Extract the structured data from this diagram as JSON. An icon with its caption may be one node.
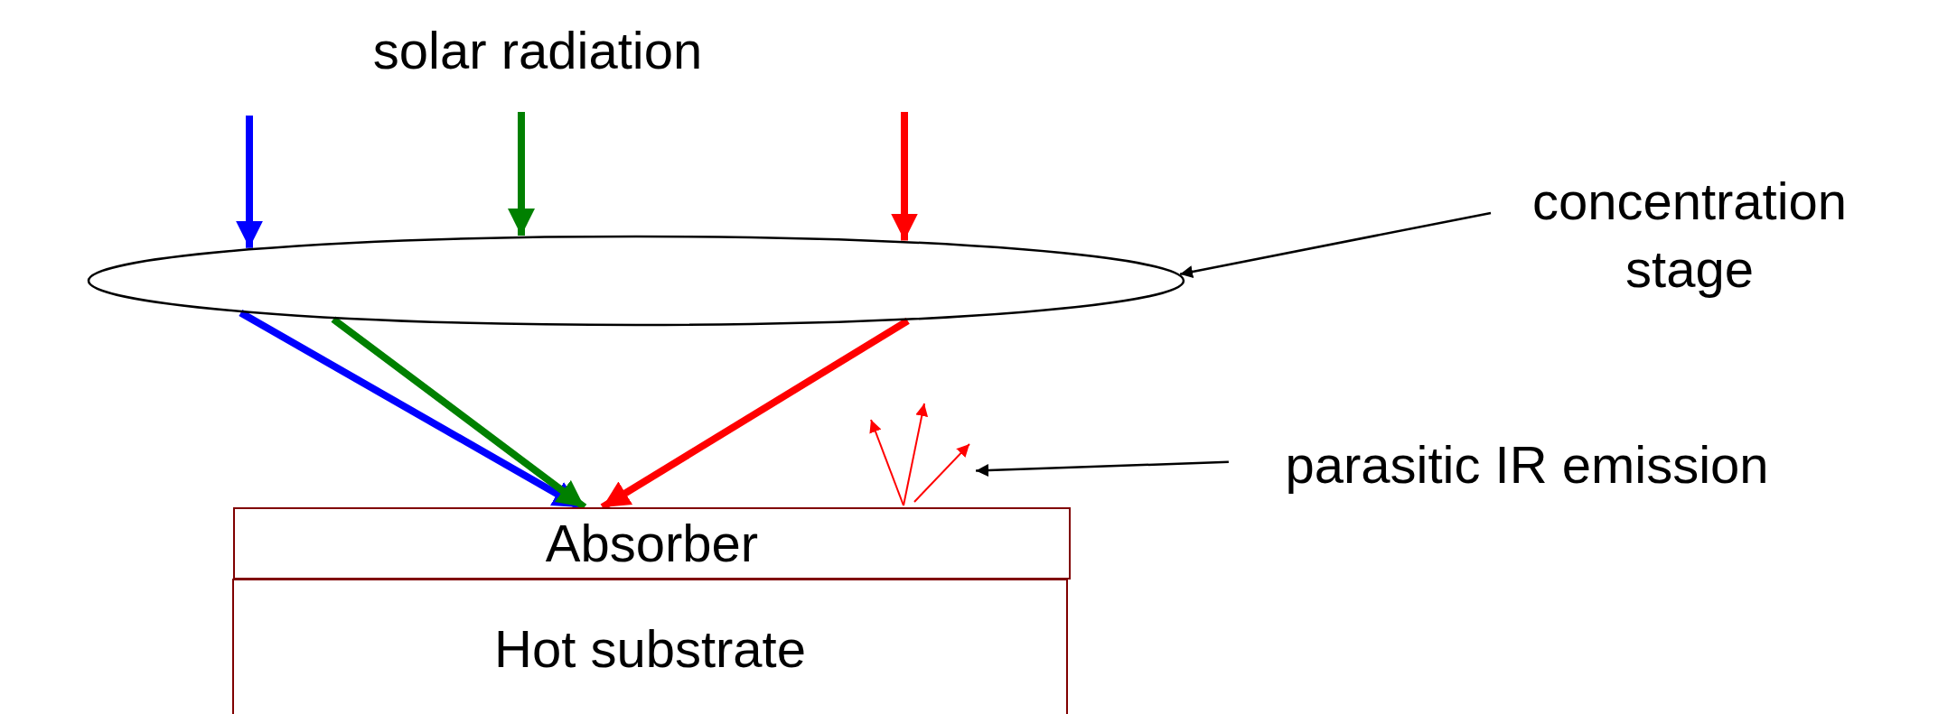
{
  "diagram": {
    "nodes": [
      {
        "text": [],
        "shape": "ellipse"
      },
      {
        "text": [
          "concentration stage"
        ]
      },
      {
        "text": [],
        "shape": "arrows"
      },
      {
        "text": [
          "parasitic IR emission"
        ]
      },
      {
        "text": [
          "Absorber"
        ]
      },
      {
        "text": [
          "Hot substrate"
        ]
      }
    ],
    "edges": [
      {
        "from": null,
        "to": 0,
        "arrow": "to",
        "color": "#0000ff"
      },
      {
        "from": null,
        "to": 0,
        "arrow": "to",
        "color": "#008000"
      },
      {
        "from": null,
        "to": 0,
        "arrow": "to",
        "color": "#ff0000"
      },
      {
        "from": 0,
        "to": 4,
        "arrow": "to",
        "color": "#0000ff"
      },
      {
        "from": 0,
        "to": 4,
        "arrow": "to",
        "color": "#008000"
      },
      {
        "from": 0,
        "to": 4,
        "arrow": "to",
        "color": "#ff0000"
      },
      {
        "from": 1,
        "to": 0,
        "arrow": "to",
        "color": "#000000"
      },
      {
        "from": 3,
        "to": 2,
        "arrow": "to",
        "color": "#000000"
      }
    ],
    "labels": [
      "solar radiation"
    ]
  }
}
